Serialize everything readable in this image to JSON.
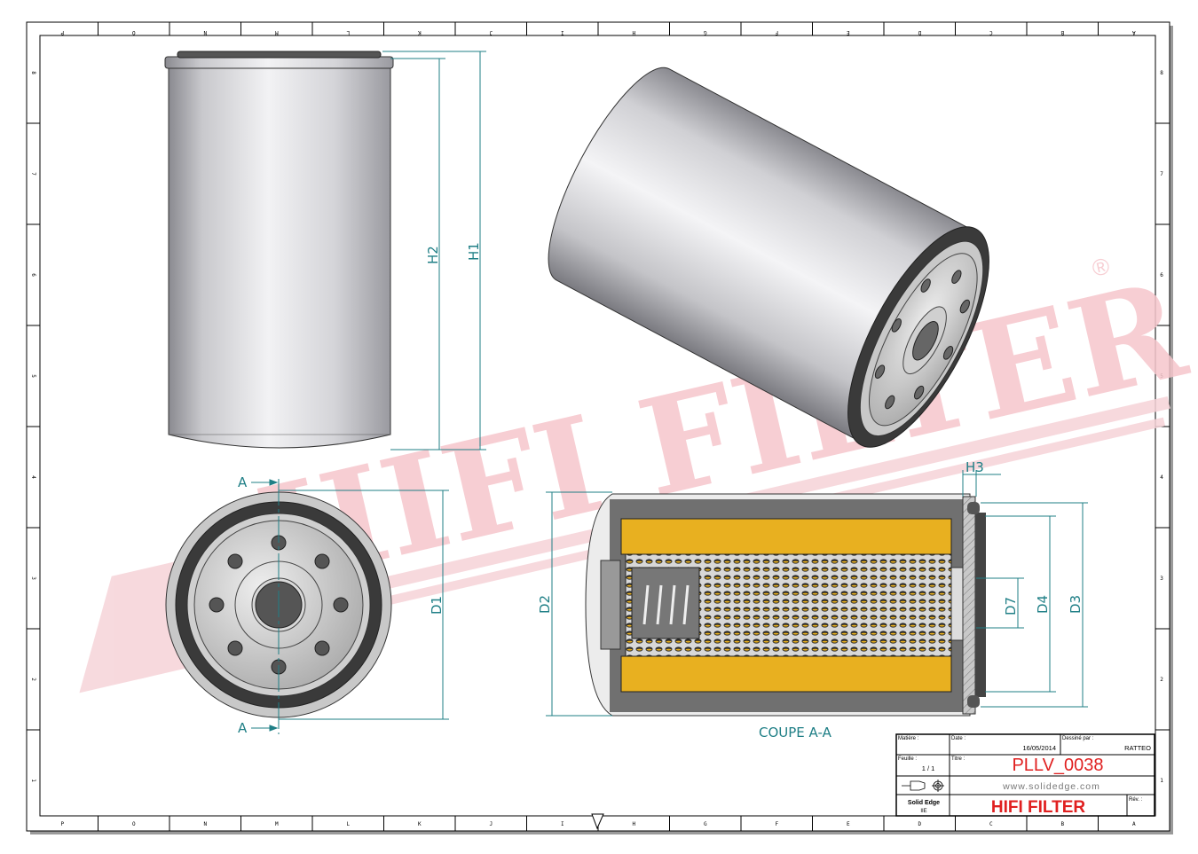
{
  "border": {
    "columns": [
      "P",
      "O",
      "N",
      "M",
      "L",
      "K",
      "J",
      "I",
      "H",
      "G",
      "F",
      "E",
      "D",
      "C",
      "B",
      "A"
    ],
    "rows": [
      "8",
      "7",
      "6",
      "5",
      "4",
      "3",
      "2",
      "1"
    ]
  },
  "watermark": {
    "text": "HIFI FILTER",
    "registered": "®",
    "color": "#f4c4ca"
  },
  "dimensions": {
    "h1": "H1",
    "h2": "H2",
    "h3": "H3",
    "d1": "D1",
    "d2": "D2",
    "d3": "D3",
    "d4": "D4",
    "d7": "D7"
  },
  "section": {
    "marker": "A",
    "label": "COUPE A-A"
  },
  "colors": {
    "dimension": "#1f7f86",
    "filter_media": "#e8b020",
    "title_red": "#e02020"
  },
  "title_block": {
    "material_label": "Matière :",
    "date_label": "Date :",
    "date": "16/05/2014",
    "drawn_by_label": "Dessiné par :",
    "drawn_by": "RATTEO",
    "sheet_label": "Feuille :",
    "sheet": "1 / 1",
    "title_label": "Titre :",
    "title": "PLLV_0038",
    "website": "www.solidedge.com",
    "software": "Solid Edge",
    "software_sub": "IIE",
    "company": "HIFI FILTER",
    "revision_label": "Rév. :"
  }
}
